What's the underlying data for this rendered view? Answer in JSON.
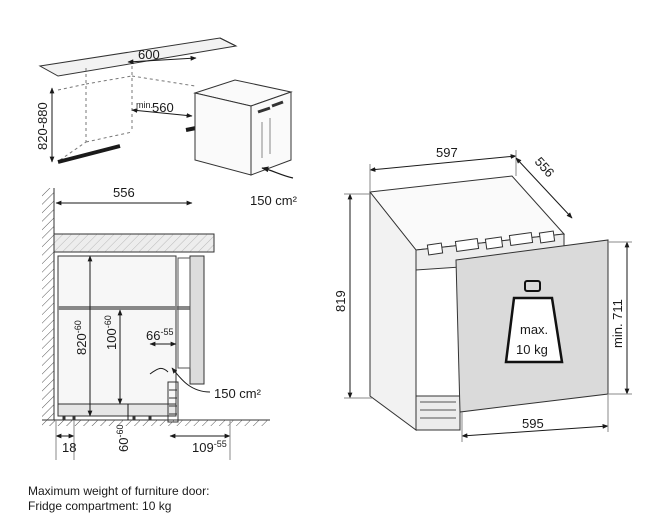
{
  "dims": {
    "niche_depth": "600",
    "niche_min_depth_prefix": "min.",
    "niche_min_depth": "560",
    "niche_height": "820-880",
    "vent_area_top": "150 cm²",
    "side_depth": "556",
    "side_h_base": "820",
    "side_h_sup": "-60",
    "side_100_base": "100",
    "side_100_sup": "-60",
    "side_66_base": "66",
    "side_66_sup": "-55",
    "vent_area_side": "150 cm²",
    "side_60_base": "60",
    "side_60_sup": "-60",
    "bottom_18": "18",
    "bottom_109_base": "109",
    "bottom_109_sup": "-55",
    "width_top": "597",
    "depth_top": "556",
    "height_left": "819",
    "height_right": "min. 711",
    "width_bottom": "595"
  },
  "weight_icon": {
    "line1": "max.",
    "line2": "10 kg"
  },
  "caption": {
    "line1": "Maximum weight of furniture door:",
    "line2": "Fridge compartment: 10 kg"
  }
}
